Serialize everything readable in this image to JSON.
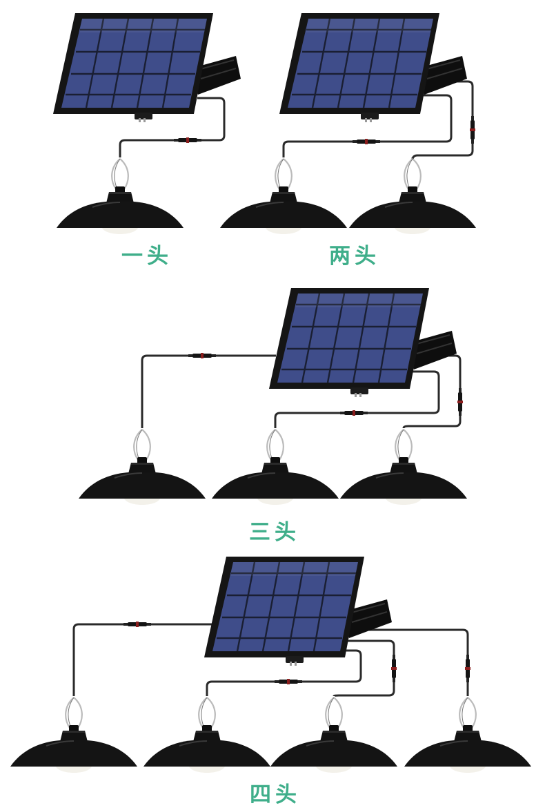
{
  "colors": {
    "caption": "#3fae8a",
    "panel_cell": "#3f4d8a",
    "panel_frame": "#161616",
    "lamp": "#111111",
    "cable": "#2a2a2a"
  },
  "icons": {
    "panel": "solar-panel-icon",
    "lamp": "pendant-lamp-icon",
    "connector": "cable-connector-icon"
  },
  "sections": [
    {
      "caption": "一头",
      "lamp_count": 1
    },
    {
      "caption": "两头",
      "lamp_count": 2
    },
    {
      "caption": "三头",
      "lamp_count": 3
    },
    {
      "caption": "四头",
      "lamp_count": 4
    }
  ]
}
